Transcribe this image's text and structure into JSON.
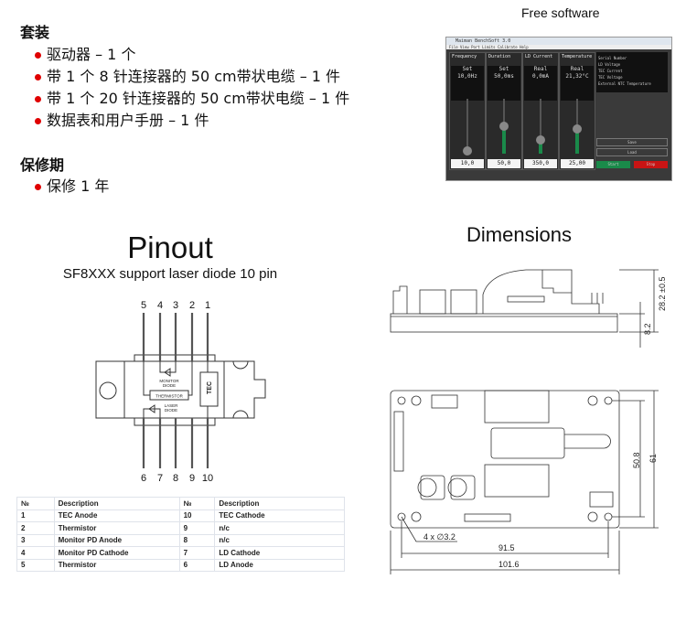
{
  "kit": {
    "title": "套装",
    "items": [
      "驱动器 – 1 个",
      "带 1 个 8 针连接器的 50 cm带状电缆 – 1 件",
      "带 1 个 20 针连接器的 50 cm带状电缆 – 1 件",
      "数据表和用户手册 – 1 件"
    ]
  },
  "warranty": {
    "title": "保修期",
    "items": [
      "保修 1 年"
    ]
  },
  "software": {
    "caption": "Free software",
    "window_title": "Maiman BenchSoft 3.0",
    "menu": "File  View  Port  Limits  Calibrate  Help",
    "panels": [
      {
        "title": "Frequency",
        "mode": "Set",
        "reading": "10,0Hz",
        "value": "10,0",
        "level": 0.05
      },
      {
        "title": "Duration",
        "mode": "Set",
        "reading": "50,0ms",
        "value": "50,0",
        "level": 0.5
      },
      {
        "title": "LD Current",
        "mode": "Real",
        "reading": "0,0mA",
        "value": "350,0",
        "level": 0.25
      },
      {
        "title": "Temperature",
        "mode": "Real",
        "reading": "21,32°C",
        "value": "25,00",
        "level": 0.45
      }
    ],
    "side_lines": [
      "Serial Number",
      "LD Voltage",
      "TEC Current",
      "TEC Voltage",
      "External NTC Temperature"
    ],
    "buttons": {
      "save": "Save",
      "load": "Load",
      "start": "Start",
      "stop": "Stop"
    }
  },
  "pinout": {
    "title": "Pinout",
    "subtitle": "SF8XXX support laser diode 10 pin",
    "top_pins": [
      "5",
      "4",
      "3",
      "2",
      "1"
    ],
    "bottom_pins": [
      "6",
      "7",
      "8",
      "9",
      "10"
    ],
    "labels": {
      "monitor": "MONITOR",
      "monitor2": "DIODE",
      "thermistor": "THERMISTOR",
      "laser": "LASER",
      "laser2": "DIODE",
      "tec": "TEC"
    },
    "table": {
      "headers": [
        "№",
        "Description",
        "№",
        "Description"
      ],
      "rows": [
        [
          "1",
          "TEC Anode",
          "10",
          "TEC Cathode"
        ],
        [
          "2",
          "Thermistor",
          "9",
          "n/c"
        ],
        [
          "3",
          "Monitor PD Anode",
          "8",
          "n/c"
        ],
        [
          "4",
          "Monitor PD Cathode",
          "7",
          "LD Cathode"
        ],
        [
          "5",
          "Thermistor",
          "6",
          "LD Anode"
        ]
      ]
    }
  },
  "dimensions": {
    "title": "Dimensions",
    "height": "28.2 ±0.5",
    "base_height": "8.2",
    "hole_pitch_y": "50.8",
    "board_height": "61",
    "hole_pitch_x": "91.5",
    "board_width": "101.6",
    "holes": "4 x ∅3.2"
  }
}
